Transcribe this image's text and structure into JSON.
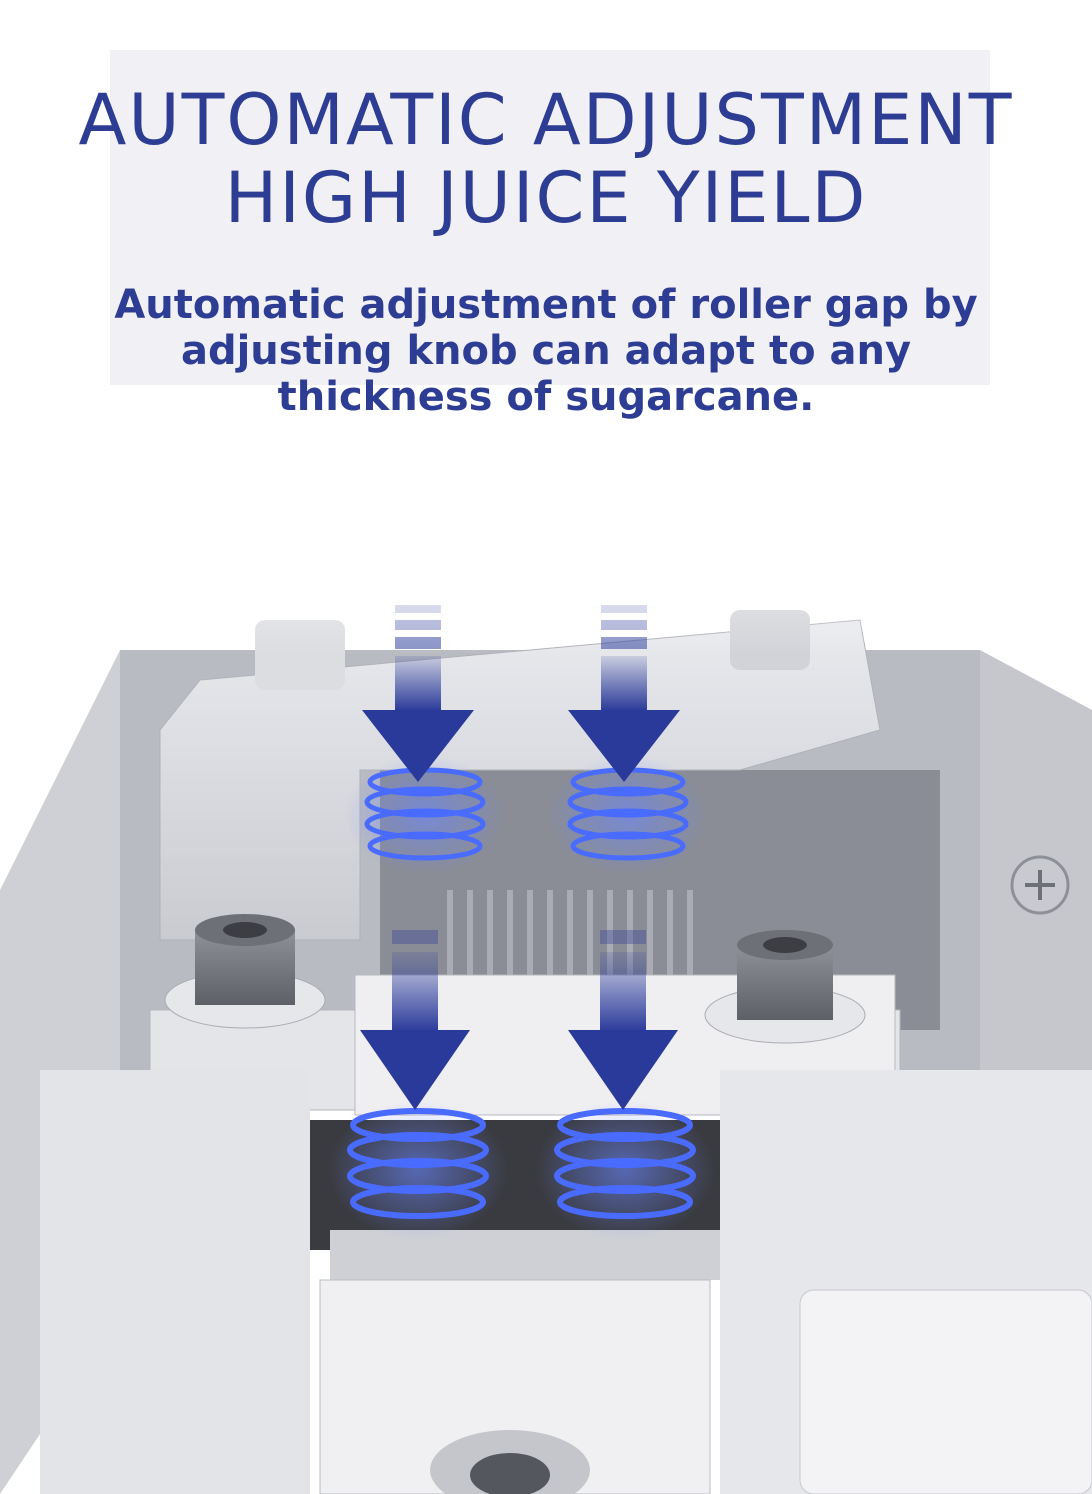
{
  "headline": {
    "line1": "AUTOMATIC ADJUSTMENT",
    "line2": "HIGH JUICE YIELD"
  },
  "description": {
    "line1": "Automatic adjustment of roller gap by",
    "line2": "adjusting knob can adapt to any",
    "line3": "thickness of sugarcane."
  },
  "colors": {
    "text": "#2e3d94",
    "arrow": "#2a3a9a",
    "spring_glow": "#3a5bff",
    "metal": "#d9dade"
  },
  "illustration": {
    "subject": "sugarcane-juicer-roller-spring-mechanism",
    "arrows_count": 4,
    "springs_count": 4
  }
}
